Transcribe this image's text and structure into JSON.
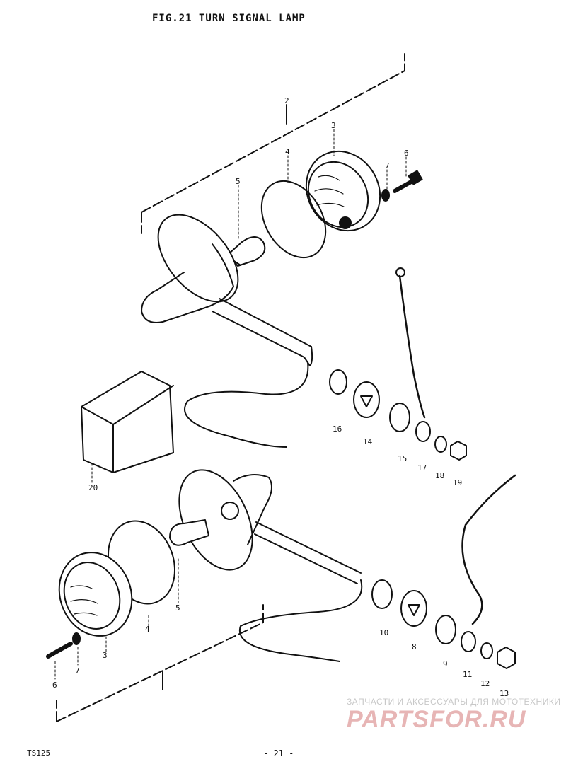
{
  "header": {
    "title": "FIG.21  TURN SIGNAL LAMP"
  },
  "footer": {
    "model": "TS125",
    "page": "- 21 -"
  },
  "watermark": {
    "line1": "ЗАПЧАСТИ И АКСЕССУАРЫ ДЛЯ МОТОТЕХНИКИ",
    "line2": "PARTSFOR.RU"
  },
  "labels": {
    "l2": "2",
    "l3a": "3",
    "l4a": "4",
    "l5a": "5",
    "l6a": "6",
    "l7a": "7",
    "l16": "16",
    "l14": "14",
    "l15": "15",
    "l17": "17",
    "l18": "18",
    "l19": "19",
    "l20": "20",
    "l3b": "3",
    "l4b": "4",
    "l5b": "5",
    "l6b": "6",
    "l7b": "7",
    "l10": "10",
    "l8": "8",
    "l9": "9",
    "l11": "11",
    "l12": "12",
    "l13": "13"
  }
}
